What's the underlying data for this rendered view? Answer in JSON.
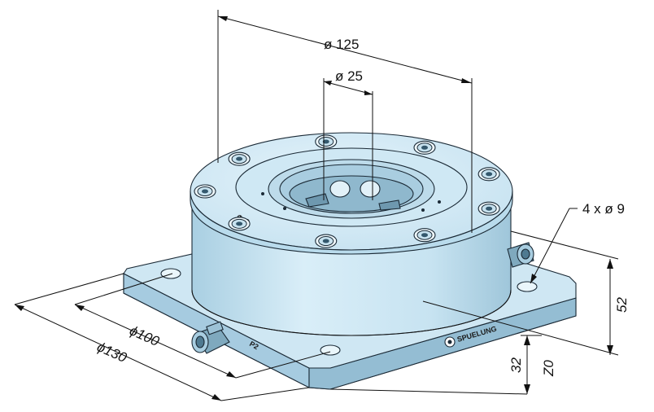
{
  "drawing": {
    "dimensions": {
      "outer_diameter": "ø 125",
      "inner_diameter": "ø 25",
      "holes": "4 x ø 9",
      "height_total": "52",
      "height_base": "32",
      "zero_ref": "Z0",
      "pitch_circle": "ϕ100",
      "base_width": "ϕ130"
    },
    "engravings": {
      "flush_port": "SPUELUNG",
      "port_p2": "P2"
    },
    "colors": {
      "body_light": "#d5ebf5",
      "body_mid": "#bcdcec",
      "body_dark": "#94bdd3",
      "outline": "#1b2a36"
    }
  }
}
